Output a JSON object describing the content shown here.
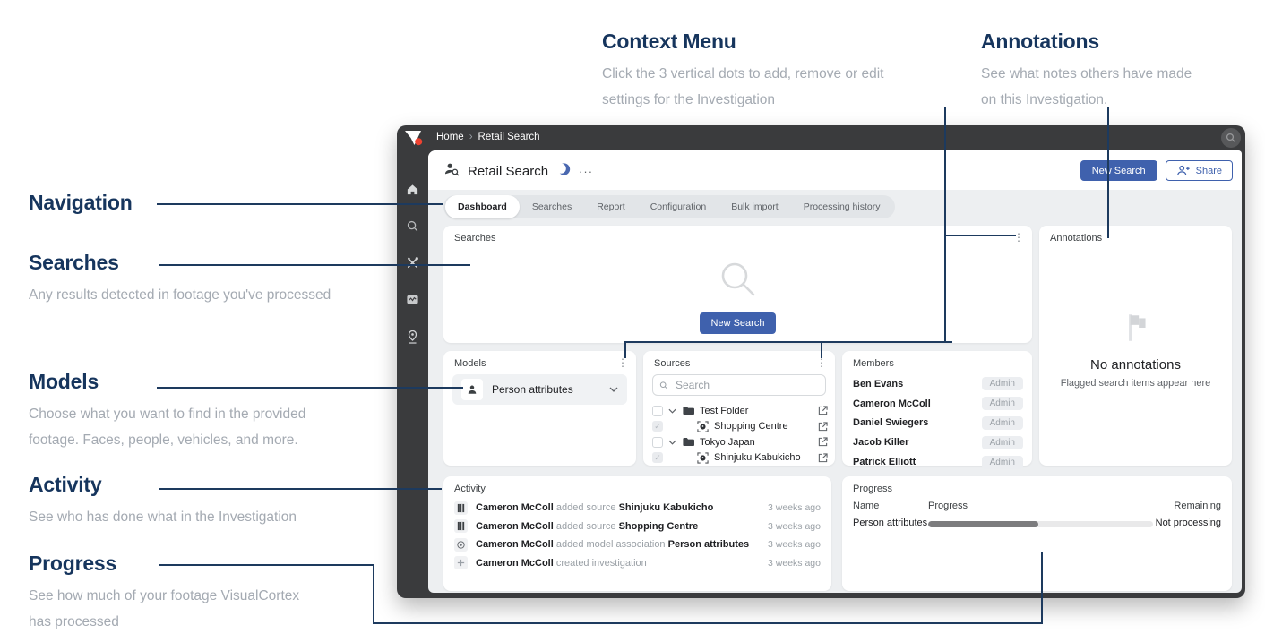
{
  "callouts": {
    "context_menu": {
      "title": "Context Menu",
      "line1": "Click the 3 vertical dots to add, remove or edit",
      "line2": "settings for the Investigation"
    },
    "annotations": {
      "title": "Annotations",
      "line1": "See what notes others have made",
      "line2": "on this Investigation."
    },
    "navigation": {
      "title": "Navigation"
    },
    "searches": {
      "title": "Searches",
      "line1": "Any results detected in footage you've processed"
    },
    "models": {
      "title": "Models",
      "line1": "Choose what you want to find in the provided",
      "line2": "footage. Faces, people, vehicles, and more."
    },
    "activity": {
      "title": "Activity",
      "line1": "See who has done what in the Investigation"
    },
    "progress": {
      "title": "Progress",
      "line1": "See how much of your footage VisualCortex",
      "line2": "has processed"
    }
  },
  "app": {
    "topbar": {
      "breadcrumb_home": "Home",
      "breadcrumb_separator": "›",
      "breadcrumb_current": "Retail Search"
    },
    "header": {
      "title": "Retail Search",
      "new_search_label": "New Search",
      "share_label": "Share"
    },
    "tabs": [
      {
        "label": "Dashboard"
      },
      {
        "label": "Searches"
      },
      {
        "label": "Report"
      },
      {
        "label": "Configuration"
      },
      {
        "label": "Bulk import"
      },
      {
        "label": "Processing history"
      }
    ],
    "panels": {
      "searches": {
        "title": "Searches",
        "new_search_label": "New Search"
      },
      "annotations": {
        "title": "Annotations",
        "empty_title": "No annotations",
        "empty_subtitle": "Flagged search items appear here"
      },
      "models": {
        "title": "Models",
        "selected_model": "Person attributes"
      },
      "sources": {
        "title": "Sources",
        "search_placeholder": "Search",
        "tree": [
          {
            "label": "Test Folder",
            "type": "folder",
            "checked": false
          },
          {
            "label": "Shopping Centre",
            "type": "camera",
            "checked": true
          },
          {
            "label": "Tokyo Japan",
            "type": "folder",
            "checked": false
          },
          {
            "label": "Shinjuku Kabukicho",
            "type": "camera",
            "checked": true
          }
        ]
      },
      "members": {
        "title": "Members",
        "rows": [
          {
            "name": "Ben Evans",
            "role": "Admin"
          },
          {
            "name": "Cameron McColl",
            "role": "Admin"
          },
          {
            "name": "Daniel Swiegers",
            "role": "Admin"
          },
          {
            "name": "Jacob Killer",
            "role": "Admin"
          },
          {
            "name": "Patrick Elliott",
            "role": "Admin"
          }
        ]
      },
      "activity": {
        "title": "Activity",
        "rows": [
          {
            "actor": "Cameron McColl",
            "action": "added source",
            "object": "Shinjuku Kabukicho",
            "time": "3 weeks ago"
          },
          {
            "actor": "Cameron McColl",
            "action": "added source",
            "object": "Shopping Centre",
            "time": "3 weeks ago"
          },
          {
            "actor": "Cameron McColl",
            "action": "added model association",
            "object": "Person attributes",
            "time": "3 weeks ago"
          },
          {
            "actor": "Cameron McColl",
            "action": "created investigation",
            "object": "",
            "time": "3 weeks ago"
          }
        ]
      },
      "progress": {
        "title": "Progress",
        "col_name": "Name",
        "col_progress": "Progress",
        "col_remaining": "Remaining",
        "rows": [
          {
            "name": "Person attributes",
            "percent": 49,
            "remaining": "Not processing"
          }
        ]
      }
    }
  },
  "icons": {
    "kebab": "⋮",
    "ellipsis": "···",
    "check": "✓"
  },
  "colors": {
    "accent_blue": "#3f61ad",
    "callout_navy": "#16355d",
    "logo_red": "#ee4231",
    "progress_fill": "#7c7c7e"
  }
}
